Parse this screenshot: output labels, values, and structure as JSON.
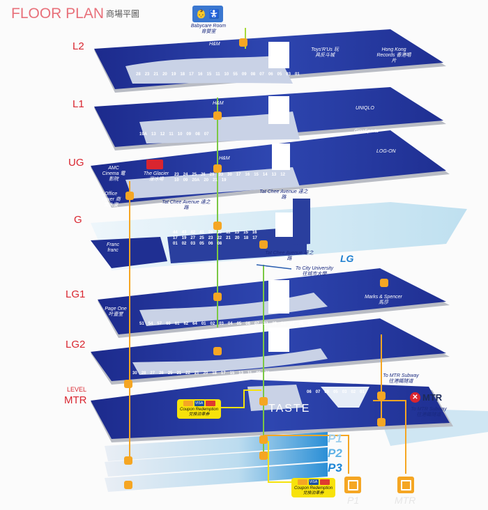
{
  "header": {
    "title": "FLOOR PLAN",
    "title_zh": "商場平圖"
  },
  "babycare": {
    "label": "Babycare Room",
    "label_zh": "育嬰室"
  },
  "levels": [
    "L2",
    "L1",
    "UG",
    "G",
    "LG1",
    "LG2"
  ],
  "level_mtr": {
    "top": "LEVEL",
    "main": "MTR"
  },
  "lg_label": "LG",
  "tenants": {
    "hm_l2": "H&M",
    "toysrus": "Toys'R'Us 玩具反斗城",
    "hk_records": "Hong Kong Records 香港唱片",
    "uniqlo": "UNIQLO",
    "gigasports": "GigaSports",
    "hm_l1": "H&M",
    "hm_ug": "H&M",
    "log_on": "LOG-ON",
    "amc": "AMC Cinema 電影院",
    "glacier": "The Glacier 溜冰場",
    "office_tower": "Office Tower 商業大廈",
    "francfranc": "Franc franc",
    "page_one": "Page One 叶壹堂",
    "marks": "Marks & Spencer 馬莎",
    "taste": "TASTE"
  },
  "streets": {
    "tat_chee_1": "Tat Chee Avenue 達之路",
    "tat_chee_2": "Tat Chee Avenue 達之路",
    "tat_chee_3": "Tat Chee Avenue 達之路",
    "city_u": "To City University 往城市大學",
    "mtr_subway_1": "To MTR Subway 往港鐵隧道",
    "mtr_subway_2": "To MTR Subway 往港鐵隧道"
  },
  "mtr_logo": "MTR",
  "coupon": {
    "label": "Coupon Redemption",
    "label_zh": "兌換泊車券",
    "visa": "VISA"
  },
  "parking_levels": [
    "P1",
    "P2",
    "P3"
  ],
  "lift_labels": {
    "p1": "P1",
    "mtr": "MTR"
  },
  "shop_numbers": {
    "l2": [
      "28",
      "23",
      "21",
      "20",
      "19",
      "18",
      "17",
      "16",
      "15",
      "11",
      "10",
      "55",
      "09",
      "08",
      "07",
      "06",
      "05",
      "03",
      "01"
    ],
    "l1": [
      "19A",
      "13",
      "12",
      "11",
      "10",
      "09",
      "08",
      "07"
    ],
    "ug": [
      "23",
      "24",
      "25",
      "26",
      "29",
      "33",
      "30",
      "17",
      "16",
      "15",
      "14",
      "13",
      "12",
      "10",
      "09",
      "20A",
      "20",
      "21",
      "19"
    ],
    "g": [
      "44",
      "43",
      "42",
      "41",
      "29",
      "20",
      "11",
      "13",
      "15",
      "16",
      "17",
      "19",
      "27",
      "25",
      "23",
      "22",
      "21",
      "20",
      "18",
      "17",
      "01",
      "02",
      "03",
      "05",
      "06",
      "08"
    ],
    "lg1": [
      "51",
      "54",
      "57",
      "60",
      "61",
      "62",
      "64",
      "01",
      "02",
      "03",
      "04",
      "05",
      "06",
      "07",
      "32",
      "29",
      "28",
      "27",
      "26",
      "22",
      "21"
    ],
    "lg2": [
      "30",
      "28",
      "27",
      "26",
      "25",
      "21",
      "22",
      "21",
      "20",
      "18",
      "17",
      "15",
      "13",
      "11",
      "09",
      "70"
    ],
    "mtr": [
      "06",
      "07",
      "09",
      "05",
      "03",
      "02",
      "01"
    ]
  }
}
